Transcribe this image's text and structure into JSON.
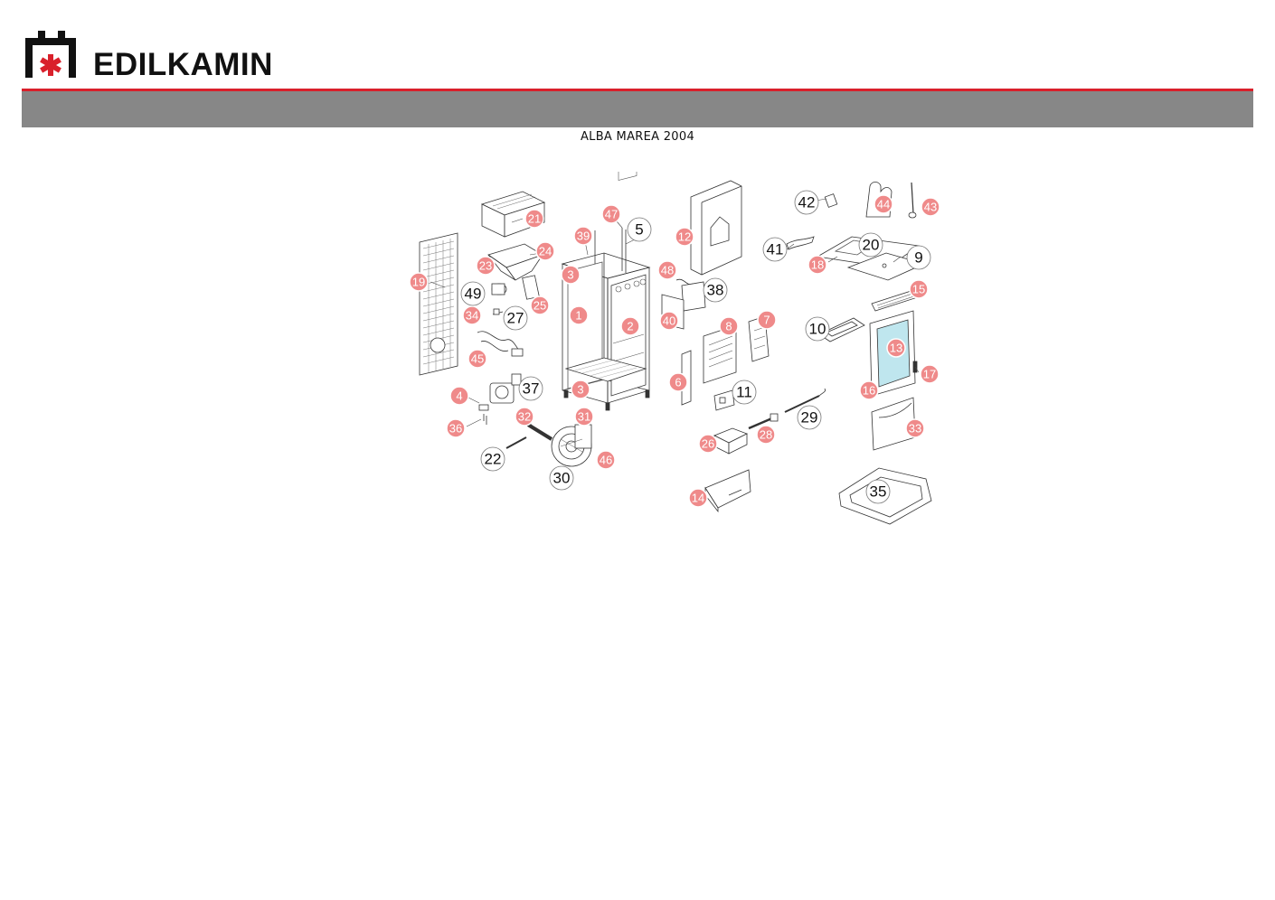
{
  "brand": {
    "name": "EDILKAMIN",
    "accent_color": "#d9202b",
    "band_color": "#878787",
    "logo_icon": "edilkamin-logo-icon"
  },
  "document": {
    "title": "ALBA MAREA 2004"
  },
  "callout_colors": {
    "highlighted": "#ef8a8a",
    "plain": "#ffffff"
  },
  "parts": [
    {
      "id": "part-1",
      "label": "1",
      "highlighted": true
    },
    {
      "id": "part-2",
      "label": "2",
      "highlighted": true
    },
    {
      "id": "part-3a",
      "label": "3",
      "highlighted": true
    },
    {
      "id": "part-3b",
      "label": "3",
      "highlighted": true
    },
    {
      "id": "part-4",
      "label": "4",
      "highlighted": true
    },
    {
      "id": "part-5",
      "label": "5",
      "highlighted": false
    },
    {
      "id": "part-6",
      "label": "6",
      "highlighted": true
    },
    {
      "id": "part-7",
      "label": "7",
      "highlighted": true
    },
    {
      "id": "part-8",
      "label": "8",
      "highlighted": true
    },
    {
      "id": "part-9",
      "label": "9",
      "highlighted": false
    },
    {
      "id": "part-10",
      "label": "10",
      "highlighted": false
    },
    {
      "id": "part-11",
      "label": "11",
      "highlighted": false
    },
    {
      "id": "part-12",
      "label": "12",
      "highlighted": true
    },
    {
      "id": "part-13",
      "label": "13",
      "highlighted": true
    },
    {
      "id": "part-14",
      "label": "14",
      "highlighted": true
    },
    {
      "id": "part-15",
      "label": "15",
      "highlighted": true
    },
    {
      "id": "part-16",
      "label": "16",
      "highlighted": true
    },
    {
      "id": "part-17",
      "label": "17",
      "highlighted": true
    },
    {
      "id": "part-18",
      "label": "18",
      "highlighted": true
    },
    {
      "id": "part-19",
      "label": "19",
      "highlighted": true
    },
    {
      "id": "part-20",
      "label": "20",
      "highlighted": false
    },
    {
      "id": "part-21",
      "label": "21",
      "highlighted": true
    },
    {
      "id": "part-22",
      "label": "22",
      "highlighted": false
    },
    {
      "id": "part-23",
      "label": "23",
      "highlighted": true
    },
    {
      "id": "part-24",
      "label": "24",
      "highlighted": true
    },
    {
      "id": "part-25",
      "label": "25",
      "highlighted": true
    },
    {
      "id": "part-26",
      "label": "26",
      "highlighted": true
    },
    {
      "id": "part-27",
      "label": "27",
      "highlighted": false
    },
    {
      "id": "part-28",
      "label": "28",
      "highlighted": true
    },
    {
      "id": "part-29",
      "label": "29",
      "highlighted": false
    },
    {
      "id": "part-30",
      "label": "30",
      "highlighted": false
    },
    {
      "id": "part-31",
      "label": "31",
      "highlighted": true
    },
    {
      "id": "part-32",
      "label": "32",
      "highlighted": true
    },
    {
      "id": "part-33",
      "label": "33",
      "highlighted": true
    },
    {
      "id": "part-34",
      "label": "34",
      "highlighted": true
    },
    {
      "id": "part-35",
      "label": "35",
      "highlighted": false
    },
    {
      "id": "part-36",
      "label": "36",
      "highlighted": true
    },
    {
      "id": "part-37",
      "label": "37",
      "highlighted": false
    },
    {
      "id": "part-38",
      "label": "38",
      "highlighted": false
    },
    {
      "id": "part-39",
      "label": "39",
      "highlighted": true
    },
    {
      "id": "part-40",
      "label": "40",
      "highlighted": true
    },
    {
      "id": "part-41",
      "label": "41",
      "highlighted": false
    },
    {
      "id": "part-42",
      "label": "42",
      "highlighted": false
    },
    {
      "id": "part-43",
      "label": "43",
      "highlighted": true
    },
    {
      "id": "part-44",
      "label": "44",
      "highlighted": true
    },
    {
      "id": "part-45",
      "label": "45",
      "highlighted": true
    },
    {
      "id": "part-46",
      "label": "46",
      "highlighted": true
    },
    {
      "id": "part-47",
      "label": "47",
      "highlighted": true
    },
    {
      "id": "part-48",
      "label": "48",
      "highlighted": true
    },
    {
      "id": "part-49",
      "label": "49",
      "highlighted": false
    }
  ]
}
